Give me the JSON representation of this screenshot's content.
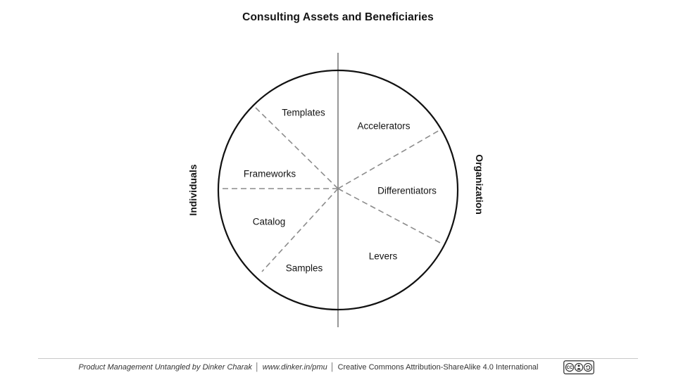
{
  "title": "Consulting Assets and Beneficiaries",
  "diagram": {
    "left_axis_label": "Individuals",
    "right_axis_label": "Organization",
    "segments": [
      {
        "label": "Templates"
      },
      {
        "label": "Accelerators"
      },
      {
        "label": "Frameworks"
      },
      {
        "label": "Differentiators"
      },
      {
        "label": "Catalog"
      },
      {
        "label": "Levers"
      },
      {
        "label": "Samples"
      }
    ],
    "line_colors": {
      "circle_stroke": "#111111",
      "axis_line": "#7d7d7d",
      "divider_dashed": "#8c8c8c"
    }
  },
  "footer": {
    "credit": "Product Management Untangled by Dinker Charak",
    "separator": "│",
    "url": "www.dinker.in/pmu",
    "license": "Creative Commons Attribution-ShareAlike 4.0 International",
    "badge_cc_text": "CC",
    "badge_icons": [
      "cc-icon",
      "by-icon",
      "sa-icon"
    ]
  }
}
